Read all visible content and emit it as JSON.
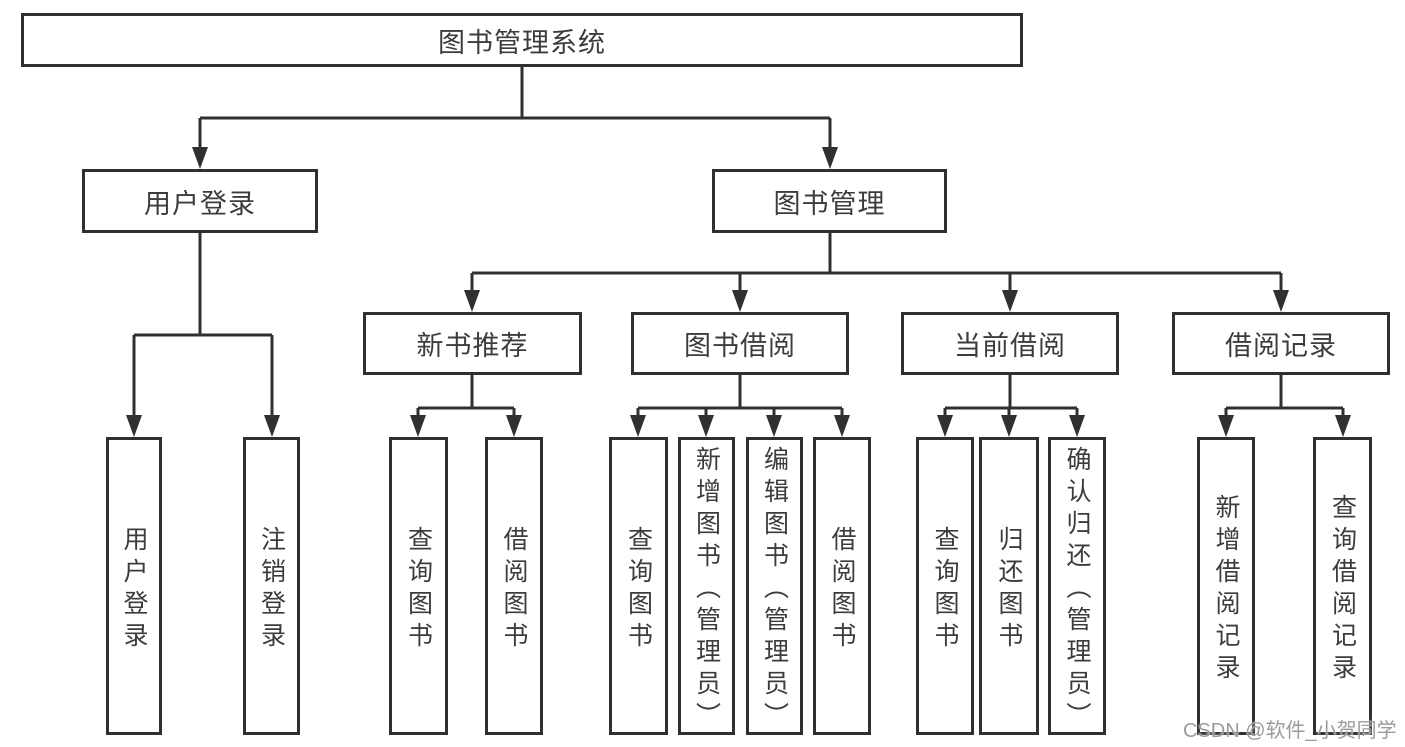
{
  "diagram": {
    "root": "图书管理系统",
    "level2": {
      "user_login": "用户登录",
      "book_management": "图书管理"
    },
    "level3": {
      "new_book_recommend": "新书推荐",
      "book_borrow": "图书借阅",
      "current_borrow": "当前借阅",
      "borrow_records": "借阅记录"
    },
    "leaves": {
      "user_login": "用户登录",
      "logout": "注销登录",
      "recommend_query_book": "查询图书",
      "recommend_borrow_book": "借阅图书",
      "borrow_query_book": "查询图书",
      "borrow_add_book": "新增图书（管理员）",
      "borrow_edit_book": "编辑图书（管理员）",
      "borrow_borrow_book": "借阅图书",
      "current_query_book": "查询图书",
      "current_return_book": "归还图书",
      "current_confirm_return": "确认归还（管理员）",
      "records_add_record": "新增借阅记录",
      "records_query_record": "查询借阅记录"
    }
  },
  "watermark": "CSDN @软件_小贺同学",
  "colors": {
    "line": "#303030",
    "text": "#3c3c3c",
    "watermark": "#9b9b9b",
    "background": "#ffffff"
  }
}
